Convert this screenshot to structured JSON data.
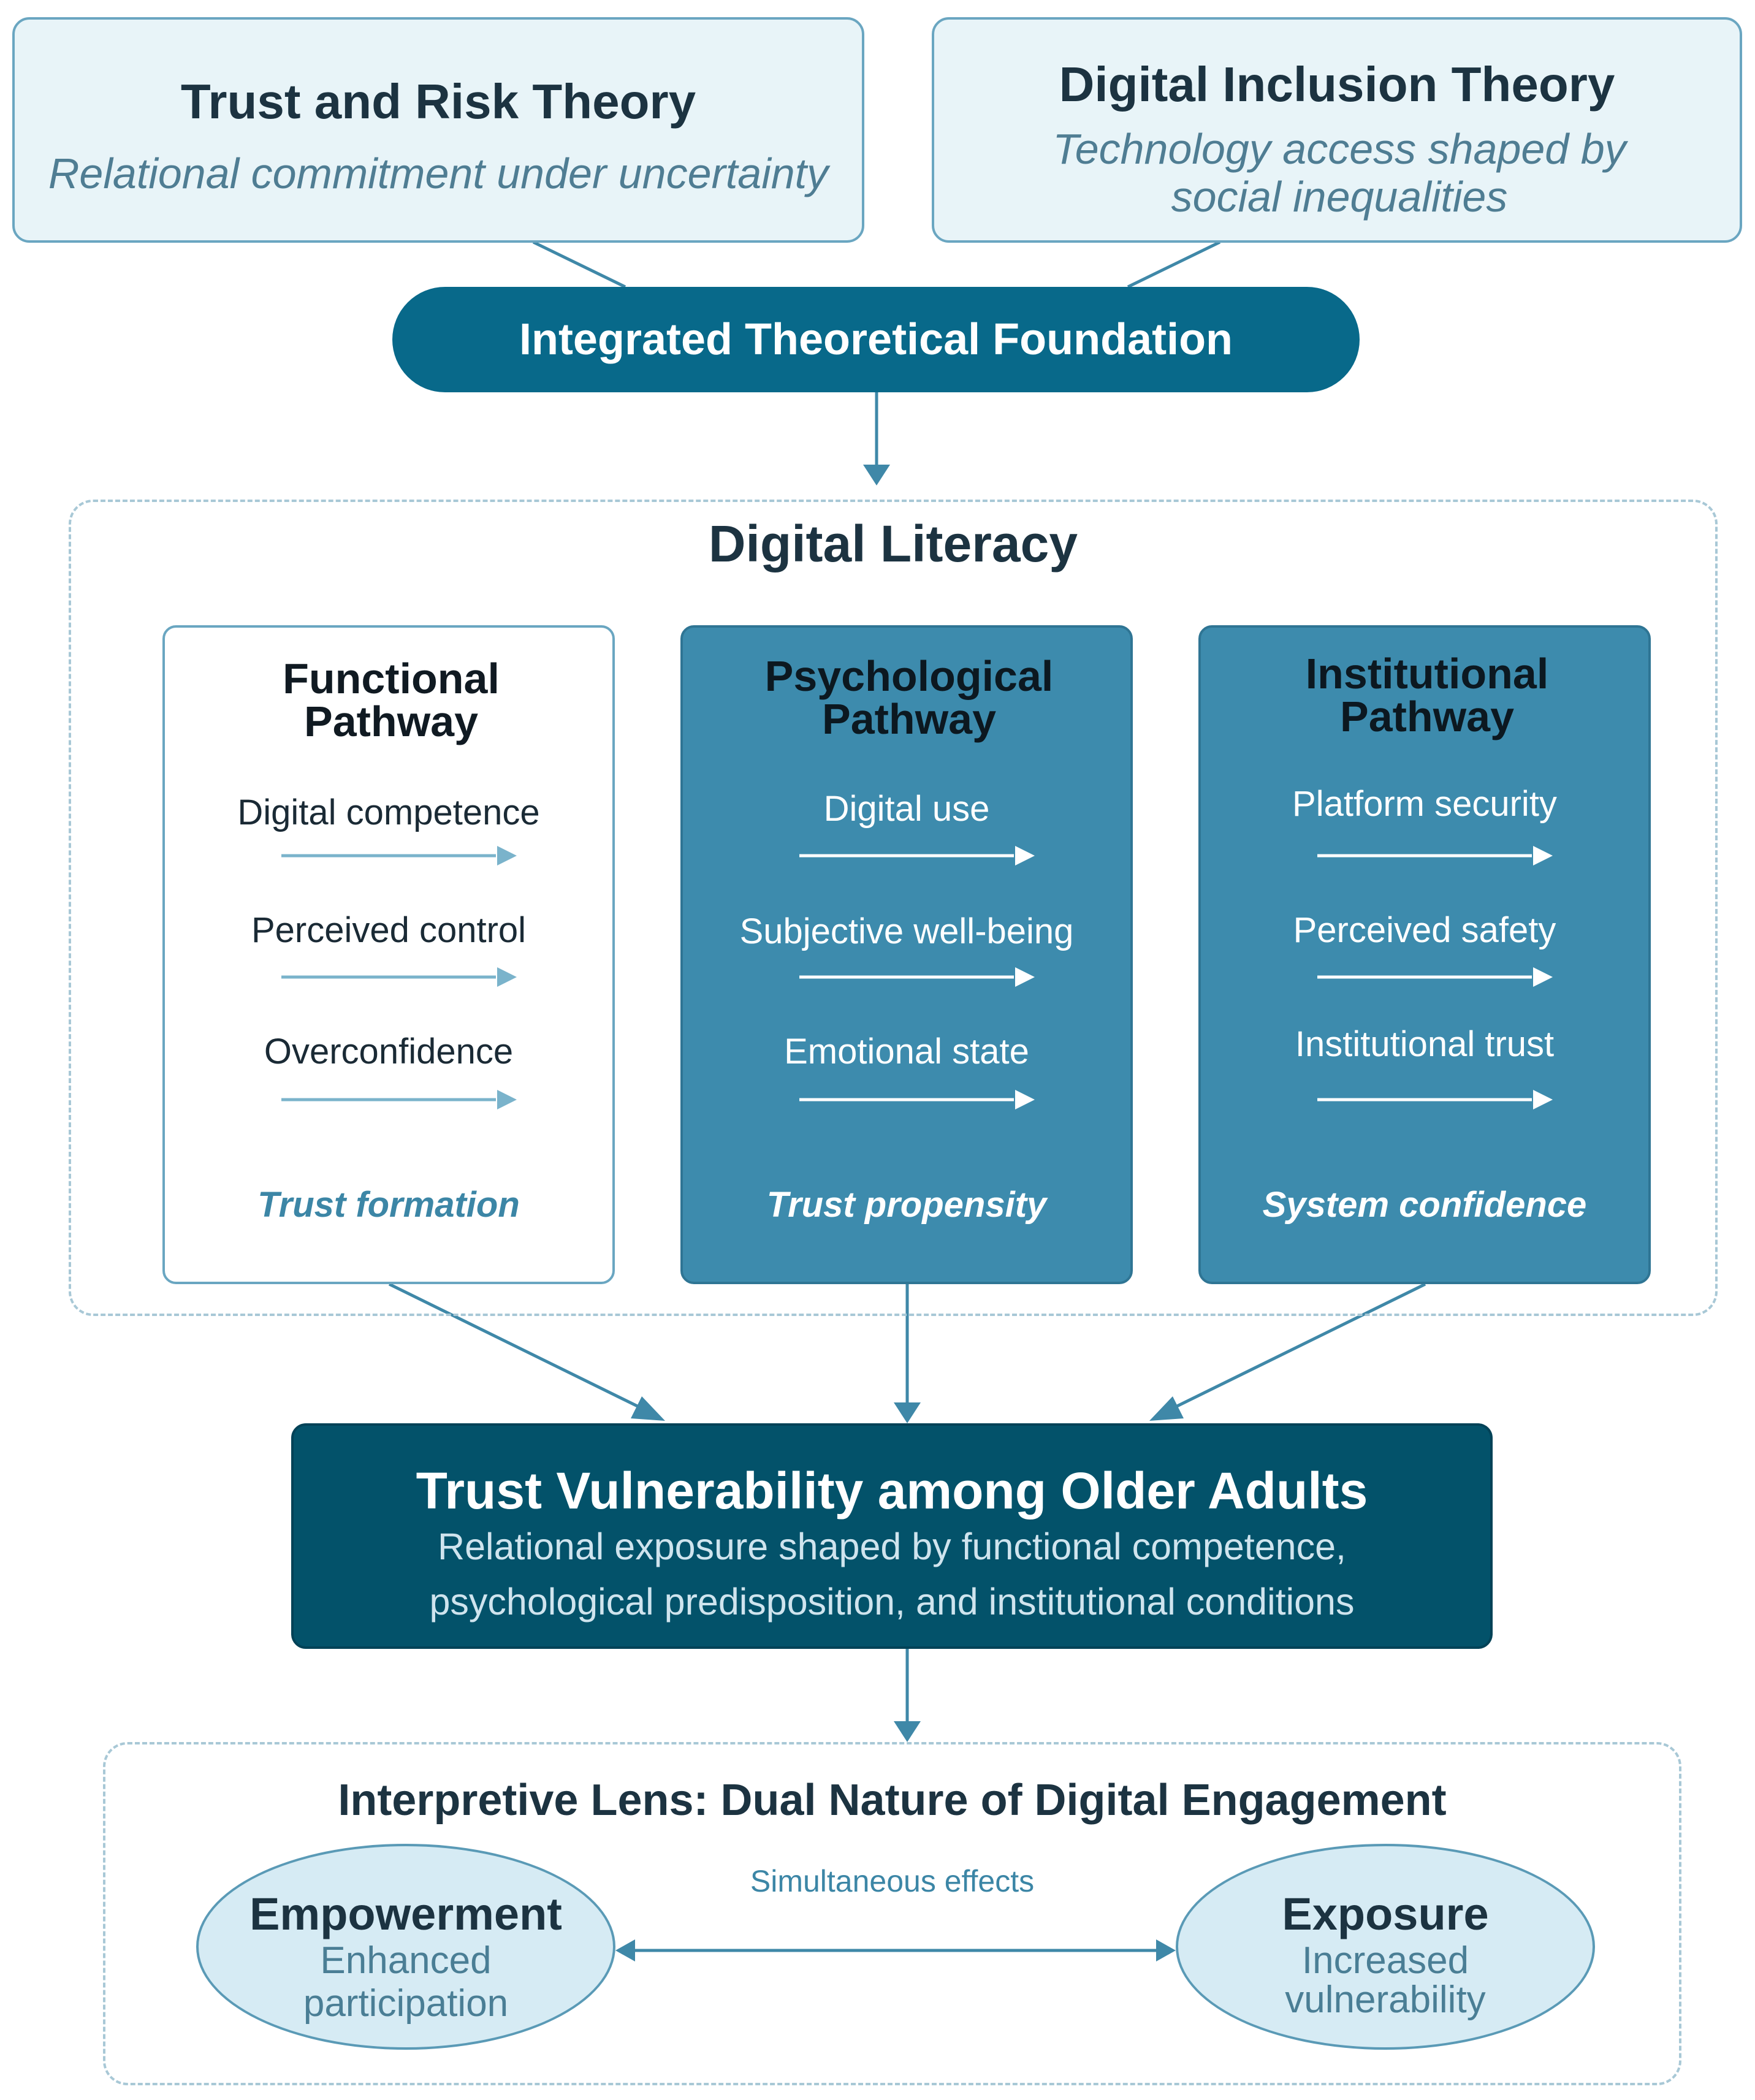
{
  "theories": {
    "trust_risk": {
      "title": "Trust and Risk Theory",
      "subtitle": "Relational commitment under uncertainty"
    },
    "digital_inclusion": {
      "title": "Digital Inclusion Theory",
      "subtitle": "Technology access shaped by social inequalities"
    }
  },
  "foundation": {
    "label": "Integrated Theoretical Foundation"
  },
  "digital_literacy": {
    "title": "Digital Literacy",
    "pathways": [
      {
        "title": "Functional Pathway",
        "items": [
          "Digital competence",
          "Perceived control",
          "Overconfidence"
        ],
        "outcome": "Trust formation"
      },
      {
        "title": "Psychological Pathway",
        "items": [
          "Digital use",
          "Subjective well-being",
          "Emotional state"
        ],
        "outcome": "Trust propensity"
      },
      {
        "title": "Institutional Pathway",
        "items": [
          "Platform security",
          "Perceived safety",
          "Institutional trust"
        ],
        "outcome": "System confidence"
      }
    ]
  },
  "vulnerability": {
    "title": "Trust Vulnerability among Older Adults",
    "line1": "Relational exposure shaped by functional competence,",
    "line2": "psychological predisposition, and institutional conditions"
  },
  "lens": {
    "title": "Interpretive Lens: Dual Nature of Digital Engagement",
    "connector_label": "Simultaneous effects",
    "empowerment": {
      "title": "Empowerment",
      "sub_line1": "Enhanced",
      "sub_line2": "participation"
    },
    "exposure": {
      "title": "Exposure",
      "sub_line1": "Increased",
      "sub_line2": "vulnerability"
    }
  },
  "colors": {
    "primary": "#08698a",
    "dark": "#03526a",
    "pathway_dark": "#3d8bad",
    "light_fill": "#e8f4f8",
    "border": "#6aa6c1",
    "text_dark": "#1c3341",
    "accent_text": "#3c86a6"
  }
}
